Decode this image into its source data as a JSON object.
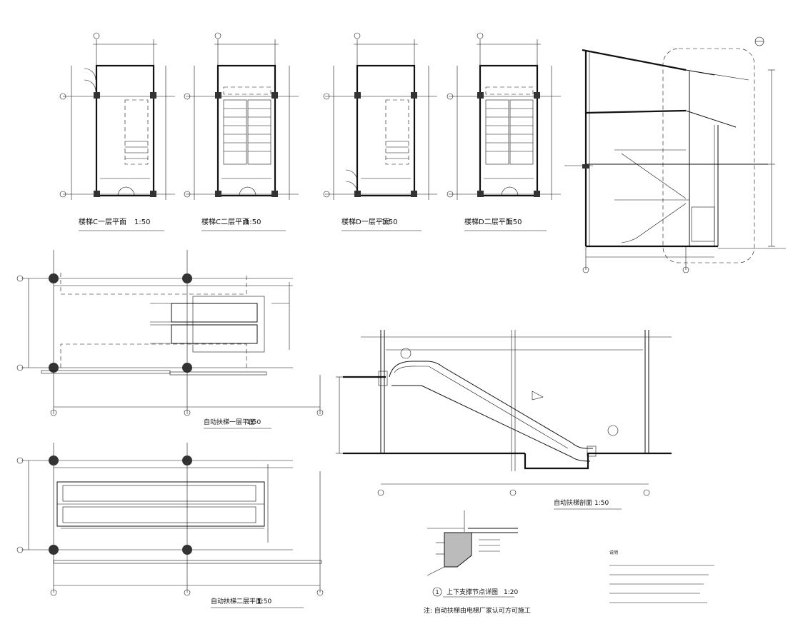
{
  "titles": {
    "stair_c": "楼梯C一层平面",
    "stair_c2": "楼梯C二层平面",
    "stair_d": "楼梯D一层平面",
    "stair_d2": "楼梯D二层平面",
    "esc_plan1": "自动扶梯一层平面",
    "esc_plan2": "自动扶梯二层平面",
    "esc_section": "自动扶梯剖面",
    "detail_1": "上下支撑节点详图"
  },
  "scales": {
    "s150": "1:50",
    "s120": "1:20"
  },
  "detail_marker": "1",
  "note": "注: 自动扶梯由电梯厂家认可方可施工",
  "legend_heading": "说明",
  "colors": {
    "line": "#111111",
    "paper": "#ffffff"
  }
}
